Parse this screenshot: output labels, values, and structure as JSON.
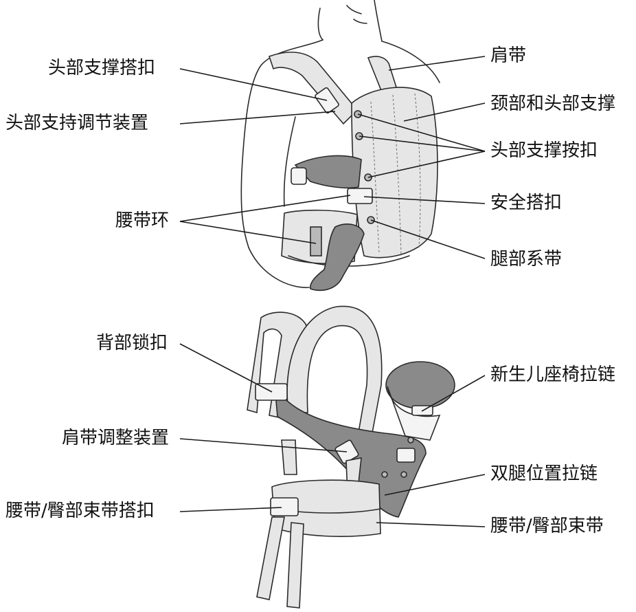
{
  "labels": {
    "head_support_buckle": "头部支撑搭扣",
    "head_support_adjuster": "头部支持调节装置",
    "waist_belt_loop": "腰带环",
    "shoulder_strap": "肩带",
    "neck_head_support": "颈部和头部支撑",
    "head_support_snap": "头部支撑按扣",
    "safety_buckle": "安全搭扣",
    "leg_strap": "腿部系带",
    "back_buckle": "背部锁扣",
    "newborn_seat_zipper": "新生儿座椅拉链",
    "shoulder_strap_adjuster": "肩带调整装置",
    "double_leg_zipper": "双腿位置拉链",
    "waist_hip_belt_buckle": "腰带/臀部束带搭扣",
    "waist_hip_belt": "腰带/臀部束带"
  }
}
